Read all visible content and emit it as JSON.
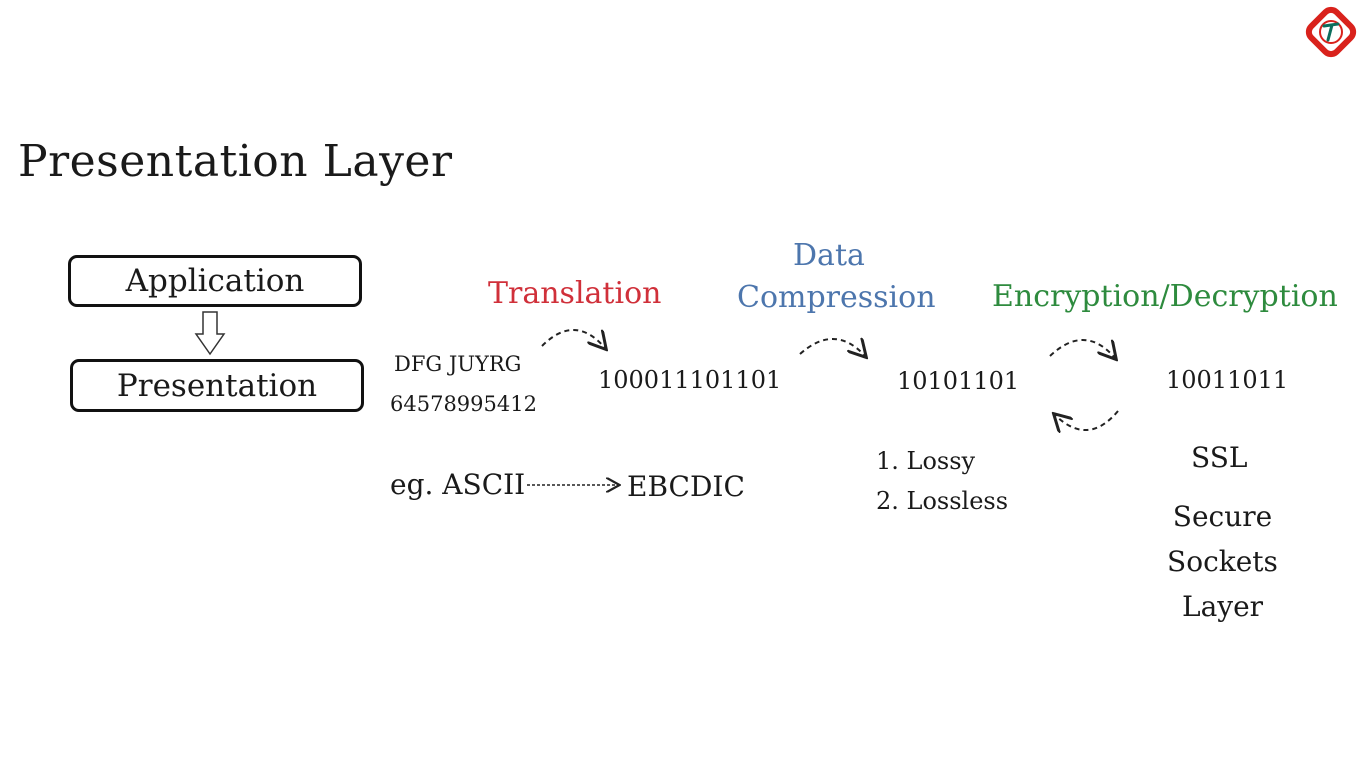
{
  "title": "Presentation Layer",
  "stack": {
    "top_box": "Application",
    "bottom_box": "Presentation"
  },
  "translation": {
    "heading": "Translation",
    "input_line1": "DFG JUYRG",
    "input_line2": "64578995412",
    "binary": "100011101101",
    "example_prefix": "eg. ASCII",
    "example_target": "EBCDIC"
  },
  "compression": {
    "heading_line1": "Data",
    "heading_line2": "Compression",
    "binary": "10101101",
    "types": [
      "1. Lossy",
      "2. Lossless"
    ]
  },
  "encryption": {
    "heading": "Encryption/Decryption",
    "binary": "10011011",
    "protocol": "SSL",
    "protocol_expansion": [
      "Secure",
      "Sockets",
      "Layer"
    ]
  },
  "colors": {
    "translation": "#d0303a",
    "compression": "#4d76ad",
    "encryption": "#2e8b3e",
    "logo": "#d9221c"
  },
  "icons": [
    "down-arrow-icon",
    "curved-dashed-arrow-icon",
    "dashed-arrow-icon",
    "logo-icon"
  ]
}
